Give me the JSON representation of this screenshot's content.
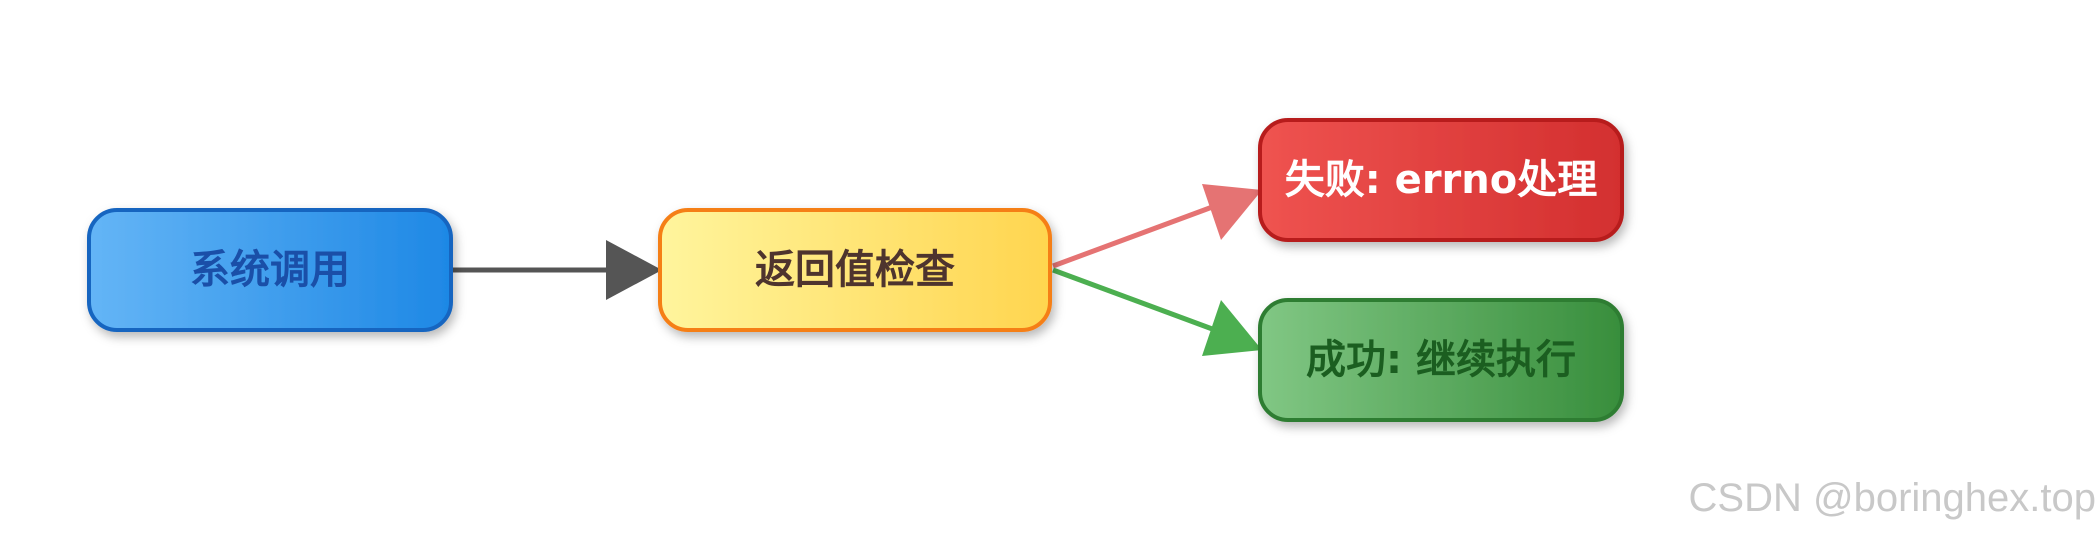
{
  "diagram": {
    "nodes": {
      "syscall": {
        "label": "系统调用"
      },
      "check": {
        "label": "返回值检查"
      },
      "fail": {
        "label": "失败: errno处理"
      },
      "success": {
        "label": "成功: 继续执行"
      }
    },
    "edges": [
      {
        "from": "syscall",
        "to": "check"
      },
      {
        "from": "check",
        "to": "fail"
      },
      {
        "from": "check",
        "to": "success"
      }
    ]
  },
  "watermark": "CSDN @boringhex.top",
  "colors": {
    "syscall_text": "#1a4fa8",
    "check_text": "#4e342e",
    "fail_text": "#ffffff",
    "success_text": "#1b5e20",
    "edge_default": "#555555",
    "edge_fail": "#e57373",
    "edge_success": "#4caf50"
  }
}
